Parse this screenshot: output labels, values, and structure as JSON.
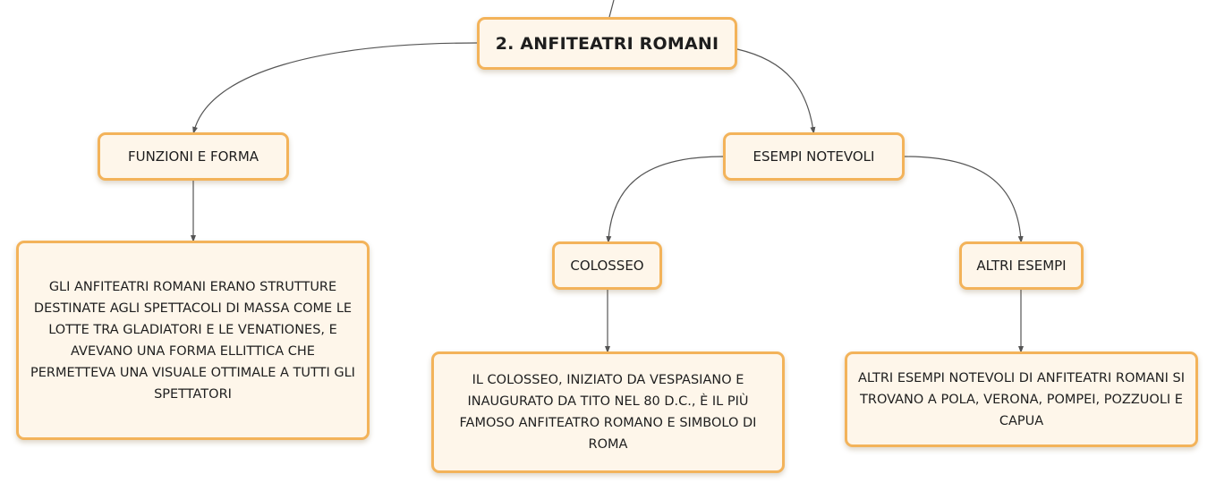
{
  "root": {
    "label": "2. ANFITEATRI ROMANI"
  },
  "branches": {
    "funzioni": {
      "label": "FUNZIONI E FORMA",
      "description": "GLI ANFITEATRI ROMANI ERANO STRUTTURE DESTINATE AGLI SPETTACOLI DI MASSA COME LE LOTTE TRA GLADIATORI E LE VENATIONES, E AVEVANO UNA FORMA ELLITTICA CHE PERMETTEVA UNA VISUALE OTTIMALE A TUTTI GLI SPETTATORI"
    },
    "esempi": {
      "label": "ESEMPI NOTEVOLI",
      "colosseo": {
        "label": "COLOSSEO",
        "description": "IL COLOSSEO, INIZIATO DA VESPASIANO E INAUGURATO DA TITO NEL 80 D.C., È IL PIÙ FAMOSO ANFITEATRO ROMANO E SIMBOLO DI ROMA"
      },
      "altri": {
        "label": "ALTRI ESEMPI",
        "description": "ALTRI ESEMPI NOTEVOLI DI ANFITEATRI ROMANI SI TROVANO A POLA, VERONA, POMPEI, POZZUOLI E CAPUA"
      }
    }
  },
  "colors": {
    "node_fill": "#fef6ea",
    "node_border": "#f3b35a",
    "connector": "#555555",
    "text": "#1e1e1e"
  }
}
